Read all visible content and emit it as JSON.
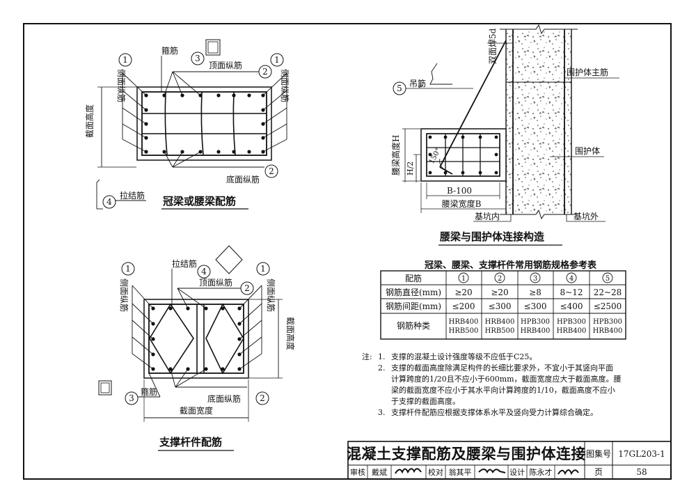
{
  "fig1": {
    "title": "冠梁或腰梁配筋",
    "labels": {
      "stirrup": "箍筋",
      "top_bars": "顶面纵筋",
      "side_left": "侧面纵筋",
      "side_right": "侧面纵筋",
      "height": "截面高度",
      "bottom_bars": "底面纵筋",
      "tie_bars": "拉结筋"
    },
    "markers": {
      "m1": "1",
      "m2": "2",
      "m3": "3",
      "m4": "4"
    }
  },
  "fig2": {
    "title": "支撑杆件配筋",
    "labels": {
      "tie_bars": "拉结筋",
      "top_bars": "顶面纵筋",
      "side_left": "侧面纵筋",
      "side_right": "侧面纵筋",
      "height": "截面高度",
      "stirrup": "箍筋",
      "bottom_bars": "底面纵筋",
      "width": "截面宽度"
    },
    "markers": {
      "m1": "1",
      "m2": "2",
      "m3": "3",
      "m4": "4"
    }
  },
  "fig3": {
    "title": "腰梁与围护体连接构造",
    "labels": {
      "weld": "双面焊5d",
      "hanger": "吊筋",
      "wall_main_bars": "围护体主筋",
      "wall": "围护体",
      "waist_height": "腰梁高度H",
      "half_h": "H/2",
      "angle": "150°",
      "b_minus": "B-100",
      "waist_width": "腰梁宽度B",
      "pit_inside": "基坑内",
      "pit_outside": "基坑外"
    },
    "markers": {
      "m5": "5"
    }
  },
  "table": {
    "title": "冠梁、腰梁、支撑杆件常用钢筋规格参考表",
    "header": [
      "配筋",
      "1",
      "2",
      "3",
      "4",
      "5"
    ],
    "rows": [
      {
        "label": "钢筋直径(mm)",
        "cells": [
          "≥20",
          "≥20",
          "≥8",
          "8~12",
          "22~28"
        ]
      },
      {
        "label": "钢筋间距(mm)",
        "cells": [
          "≤200",
          "≤300",
          "≤300",
          "≤400",
          "≤2500"
        ]
      },
      {
        "label": "钢筋种类",
        "cells": [
          "HRB400",
          "HRB400",
          "HPB300",
          "HPB300",
          "HPB300"
        ],
        "cells2": [
          "HRB500",
          "HRB500",
          "HRB400",
          "HRB400",
          "HRB400"
        ]
      }
    ]
  },
  "notes": {
    "prefix": "注:",
    "items": [
      {
        "num": "1.",
        "lines": [
          "支撑的混凝土设计强度等级不应低于C25。"
        ]
      },
      {
        "num": "2.",
        "lines": [
          "支撑的截面高度除满足构件的长细比要求外，不宜小于其竖向平面",
          "计算跨度的1/20且不应小于600mm，截面宽度应大于截面高度。腰",
          "梁的截面宽度不应小于其水平向计算跨度的1/10，截面高度不应小",
          "于支撑的截面高度。"
        ]
      },
      {
        "num": "3.",
        "lines": [
          "支撑杆件配筋应根据支撑体系水平及竖向受力计算综合确定。"
        ]
      }
    ]
  },
  "titleblock": {
    "main_title": "混凝土支撑配筋及腰梁与围护体连接",
    "atlas_label": "图集号",
    "atlas_no": "17GL203-1",
    "review_label": "审核",
    "reviewer": "戴斌",
    "check_label": "校对",
    "checker": "翁其平",
    "design_label": "设计",
    "designer": "陈永才",
    "page_label": "页",
    "page_no": "58"
  }
}
